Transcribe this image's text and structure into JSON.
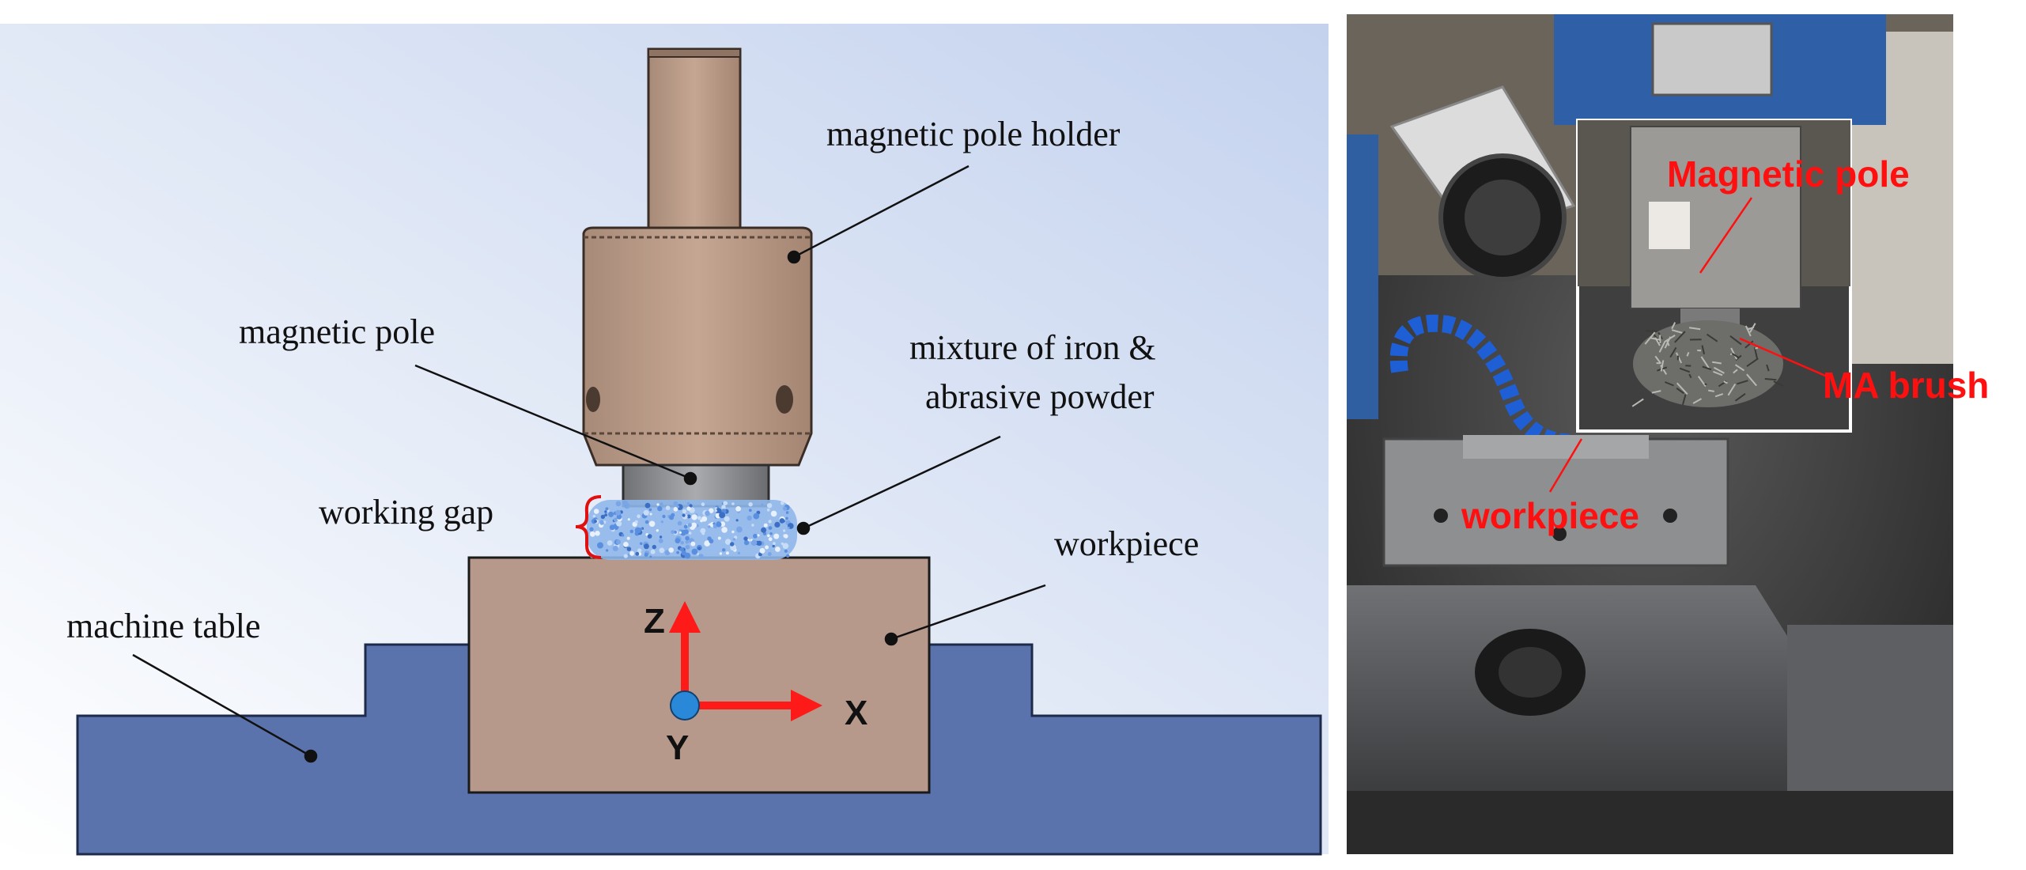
{
  "schematic": {
    "labels": {
      "pole_holder": "magnetic pole holder",
      "magnetic_pole": "magnetic pole",
      "mixture_line1": "mixture of iron  &",
      "mixture_line2": "abrasive powder",
      "working_gap": "working gap",
      "workpiece": "workpiece",
      "machine_table": "machine table"
    },
    "axes": {
      "z": "Z",
      "x": "X",
      "y": "Y"
    },
    "colors": {
      "background_top": "#c9d6ef",
      "background_bottom": "#ffffff",
      "table": "#5b73ad",
      "workpiece": "#b6998a",
      "holder": "#b89a87",
      "pole": "#8d8f93",
      "powder": "#8fb7ea",
      "arrow": "#ff1a1a",
      "origin": "#2a88d8",
      "brace": "#e01010"
    }
  },
  "photo": {
    "labels": {
      "magnetic_pole": "Magnetic pole",
      "ma_brush": "MA brush",
      "workpiece": "workpiece"
    },
    "label_color": "#ff1010"
  }
}
